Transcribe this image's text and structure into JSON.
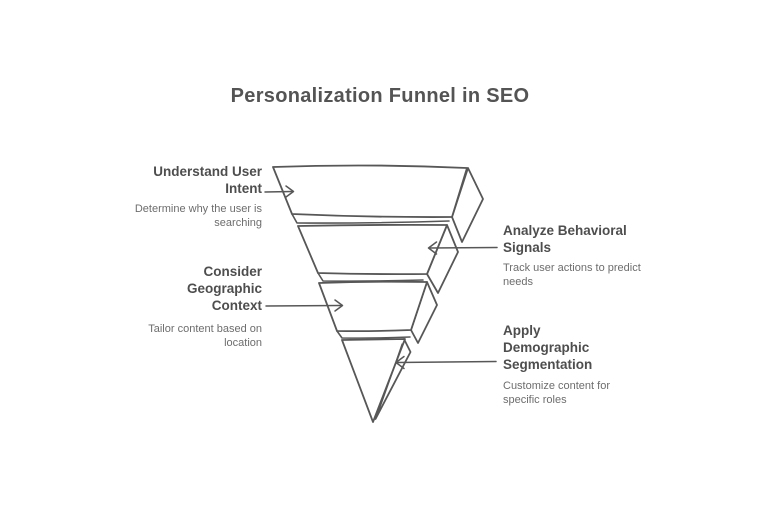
{
  "title": "Personalization Funnel in SEO",
  "colors": {
    "background": "#ffffff",
    "line": "#575757",
    "fill": "#ffffff",
    "title": "#545454",
    "heading": "#4e4e4e",
    "description": "#6d6d6d"
  },
  "funnel": {
    "type": "funnel",
    "stages": [
      {
        "level": 1,
        "side": "left",
        "label": "Understand User\nIntent",
        "description": "Determine why the user is\nsearching"
      },
      {
        "level": 2,
        "side": "right",
        "label": "Analyze Behavioral\nSignals",
        "description": "Track user actions to predict\nneeds"
      },
      {
        "level": 3,
        "side": "left",
        "label": "Consider\nGeographic\nContext",
        "description": "Tailor content based on\nlocation"
      },
      {
        "level": 4,
        "side": "right",
        "label": "Apply\nDemographic\nSegmentation",
        "description": "Customize content for\nspecific roles"
      }
    ]
  }
}
